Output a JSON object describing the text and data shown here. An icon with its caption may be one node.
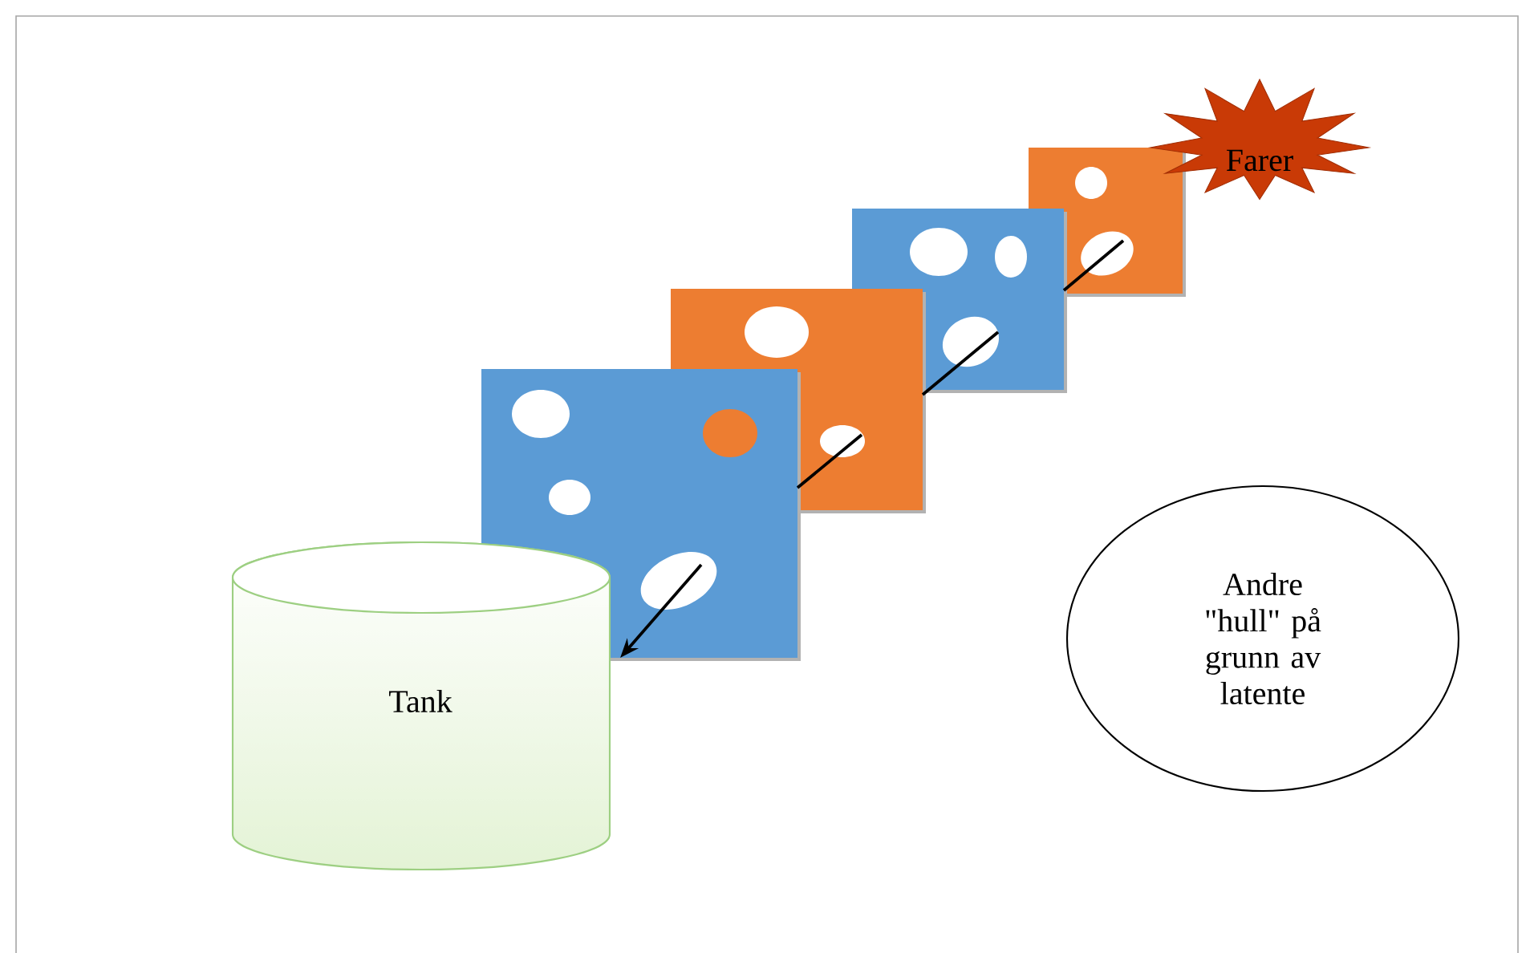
{
  "diagram": {
    "nodes": [
      {
        "text": [
          "Farer"
        ]
      },
      {
        "text": [],
        "shape": "box"
      },
      {
        "text": [],
        "shape": "box"
      },
      {
        "text": [],
        "shape": "box"
      },
      {
        "text": [],
        "shape": "box"
      },
      {
        "text": [
          "Tank"
        ]
      },
      {
        "text": [
          "Andre \"hull\" på grunn av latente"
        ]
      }
    ],
    "edges": [
      {
        "from": 1,
        "to": 2,
        "arrow": "none"
      },
      {
        "from": 2,
        "to": 3,
        "arrow": "none"
      },
      {
        "from": 3,
        "to": 4,
        "arrow": "none"
      },
      {
        "from": 4,
        "to": 5,
        "arrow": "to"
      }
    ]
  }
}
